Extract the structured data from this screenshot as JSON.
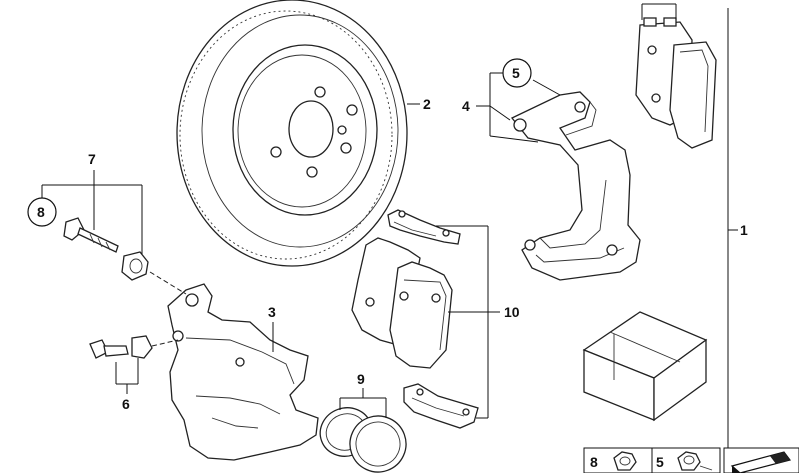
{
  "callouts": {
    "c1": "1",
    "c2": "2",
    "c3": "3",
    "c4": "4",
    "c5": "5",
    "c6": "6",
    "c7": "7",
    "c8": "8",
    "c9": "9",
    "c10": "10"
  },
  "legend": {
    "item_a": "8",
    "item_b": "5"
  }
}
